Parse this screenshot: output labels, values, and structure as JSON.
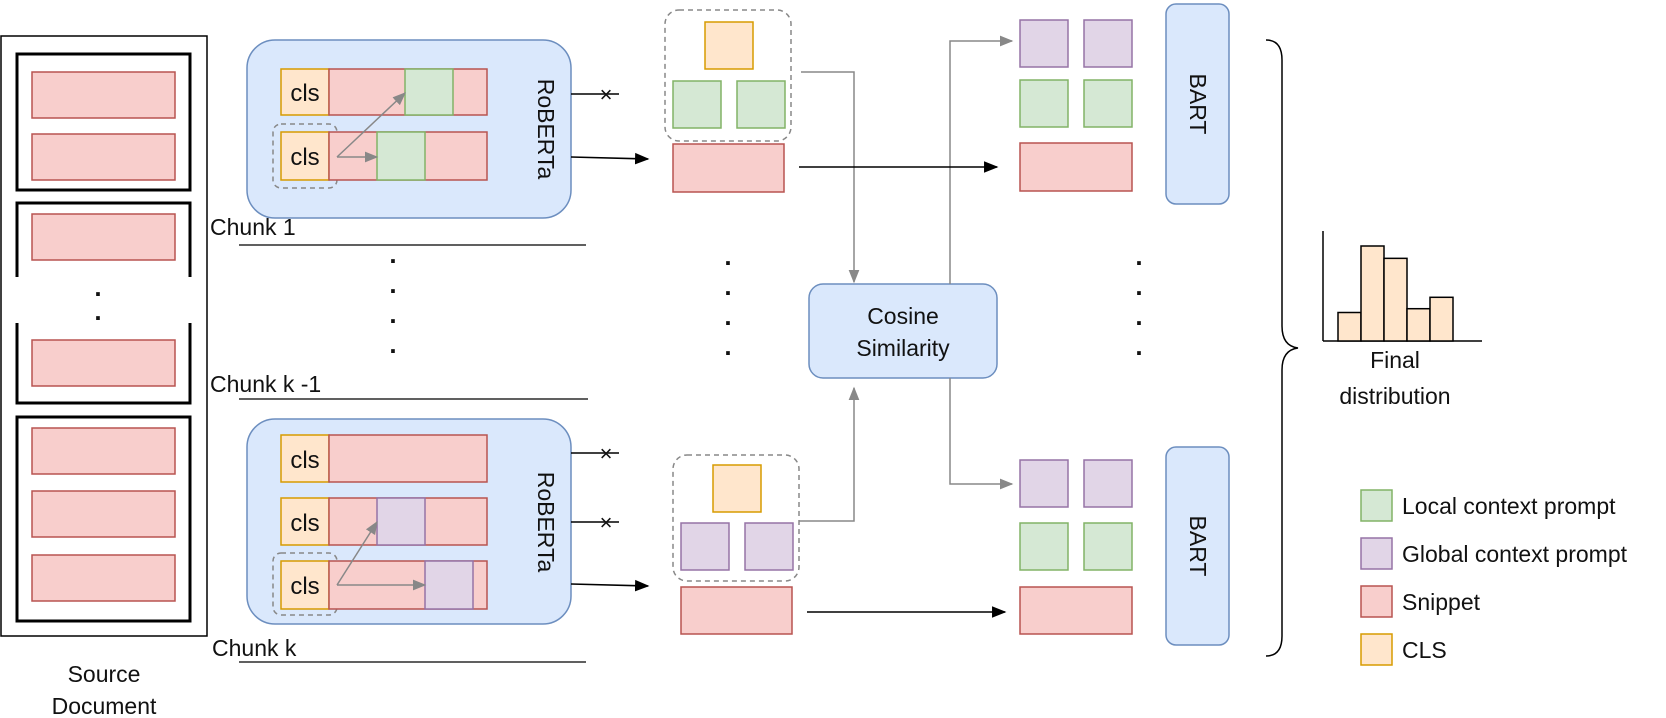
{
  "source_document": {
    "label_line1": "Source",
    "label_line2": "Document"
  },
  "chunks": {
    "chunk1": "Chunk 1",
    "chunk_km1": "Chunk k -1",
    "chunk_k": "Chunk k"
  },
  "token": {
    "cls": "cls"
  },
  "encoder": {
    "name": "RoBERTa"
  },
  "decoder": {
    "name": "BART"
  },
  "similarity": {
    "line1": "Cosine",
    "line2": "Similarity"
  },
  "distribution": {
    "line1": "Final",
    "line2": "distribution",
    "values": [
      0.3,
      1.0,
      0.87,
      0.34,
      0.46
    ]
  },
  "ellipsis": {
    "dot": "."
  },
  "legend": [
    {
      "label": "Local context prompt",
      "color": "#d5e8d4"
    },
    {
      "label": "Global context prompt",
      "color": "#e1d5e7"
    },
    {
      "label": "Snippet",
      "color": "#f8cecc"
    },
    {
      "label": "CLS",
      "color": "#ffe6cc"
    }
  ],
  "colors": {
    "snippet": "#f8cecc",
    "local": "#d5e8d4",
    "global": "#e1d5e7",
    "cls": "#ffe6cc",
    "module": "#dae8fc"
  }
}
